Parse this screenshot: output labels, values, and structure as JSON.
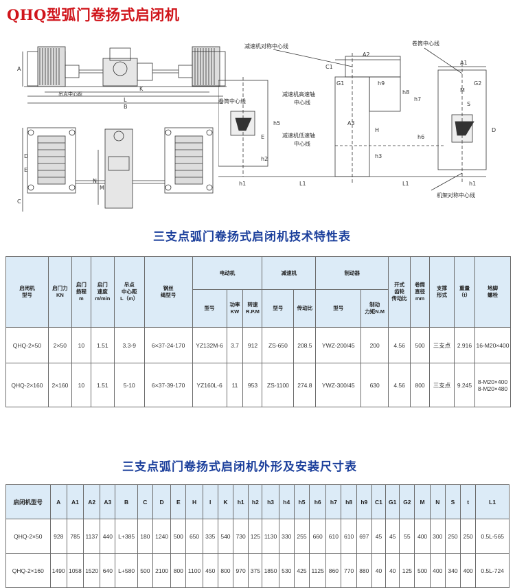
{
  "title": "QHQ型弧门卷扬式启闭机",
  "drawing_labels": {
    "left_top": {
      "A": "A",
      "K": "K",
      "hoist_center": "吊点中心距",
      "L": "L",
      "B": "B"
    },
    "left_bottom": {
      "D": "D",
      "E": "E",
      "C": "C",
      "N": "N",
      "M": "M"
    },
    "right": {
      "reducer_sym": "减速机对称中心线",
      "drum_center": "卷筒中心线",
      "drum_center_left": "卷筒中心线",
      "high_speed": "减速机高速轴",
      "center_line1": "中心线",
      "low_speed": "减速机低速轴",
      "center_line2": "中心线",
      "frame_sym": "机架对称中心线",
      "A2": "A2",
      "A1": "A1",
      "A3": "A3",
      "C1": "C1",
      "G1": "G1",
      "G2": "G2",
      "h9": "h9",
      "h8": "h8",
      "h7": "h7",
      "h5": "h5",
      "h6": "h6",
      "h3": "h3",
      "h2": "h2",
      "h1a": "h1",
      "h1b": "h1",
      "H": "H",
      "E": "E",
      "D": "D",
      "M": "M",
      "S": "S",
      "L1a": "L1",
      "L1b": "L1"
    }
  },
  "spec_table": {
    "title": "三支点弧门卷扬式启闭机技术特性表",
    "headers": {
      "model": "启闭机\n型号",
      "force": "启门力\nKN",
      "lift": "启门\n扬程\nm",
      "speed": "启门\n速度\nm/min",
      "hoist_distance": "吊点\n中心距\nL（m）",
      "rope": "钢丝\n绳型号",
      "motor": "电动机",
      "reducer": "减速机",
      "brake": "制动器",
      "open_gear": "开式\n齿轮\n传动比",
      "drum_dia": "卷筒\n直径\nmm",
      "support": "支撑\n形式",
      "weight": "重量\n（t）",
      "anchor": "地脚\n螺栓",
      "motor_model": "型号",
      "motor_power": "功率\nKW",
      "motor_speed": "转速\nR.P.M",
      "reducer_model": "型号",
      "reducer_ratio": "传动比",
      "brake_model": "型号",
      "brake_torque": "制动\n力矩N.M"
    },
    "rows": [
      [
        "QHQ-2×50",
        "2×50",
        "10",
        "1.51",
        "3.3-9",
        "6×37-24-170",
        "YZ132M-6",
        "3.7",
        "912",
        "ZS-650",
        "208.5",
        "YWZ-200/45",
        "200",
        "4.56",
        "500",
        "三支点",
        "2.916",
        "16-M20×400"
      ],
      [
        "QHQ-2×160",
        "2×160",
        "10",
        "1.51",
        "5-10",
        "6×37-39-170",
        "YZ160L-6",
        "11",
        "953",
        "ZS-1100",
        "274.8",
        "YWZ-300/45",
        "630",
        "4.56",
        "800",
        "三支点",
        "9.245",
        "8-M20×400\n8-M20×480"
      ]
    ]
  },
  "dim_table": {
    "title": "三支点弧门卷扬式启闭机外形及安装尺寸表",
    "headers": [
      "启闭机型号",
      "A",
      "A1",
      "A2",
      "A3",
      "B",
      "C",
      "D",
      "E",
      "H",
      "I",
      "K",
      "h1",
      "h2",
      "h3",
      "h4",
      "h5",
      "h6",
      "h7",
      "h8",
      "h9",
      "C1",
      "G1",
      "G2",
      "M",
      "N",
      "S",
      "t",
      "L1"
    ],
    "rows": [
      [
        "QHQ-2×50",
        "928",
        "785",
        "1137",
        "440",
        "L+385",
        "180",
        "1240",
        "500",
        "650",
        "335",
        "540",
        "730",
        "125",
        "1130",
        "330",
        "255",
        "660",
        "610",
        "610",
        "697",
        "45",
        "45",
        "55",
        "400",
        "300",
        "250",
        "250",
        "0.5L-565"
      ],
      [
        "QHQ-2×160",
        "1490",
        "1058",
        "1520",
        "640",
        "L+580",
        "500",
        "2100",
        "800",
        "1100",
        "450",
        "800",
        "970",
        "375",
        "1850",
        "530",
        "425",
        "1125",
        "860",
        "770",
        "880",
        "40",
        "40",
        "125",
        "500",
        "400",
        "340",
        "400",
        "0.5L-724"
      ]
    ]
  }
}
